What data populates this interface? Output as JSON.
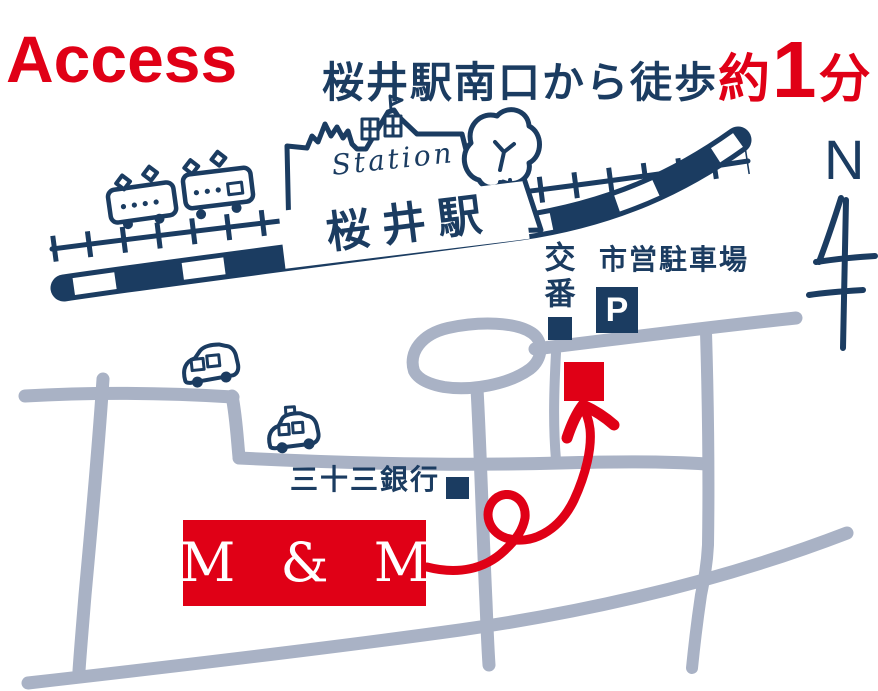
{
  "header": {
    "title": "Access",
    "route": {
      "prefix": "桜井駅南口から徒歩",
      "approx": "約",
      "minutes": "1",
      "unit": "分"
    }
  },
  "map": {
    "station": {
      "script": "Station",
      "label": "桜井駅"
    },
    "police_box": {
      "label": "交番"
    },
    "parking": {
      "label": "市営駐車場",
      "badge": "P"
    },
    "bank": {
      "label": "三十三銀行"
    },
    "shop": {
      "label": "M & M"
    },
    "compass": {
      "label": "N"
    },
    "colors": {
      "navy": "#1b3c61",
      "red": "#e00016",
      "road": "#a9b2c5",
      "background": "#ffffff"
    }
  }
}
